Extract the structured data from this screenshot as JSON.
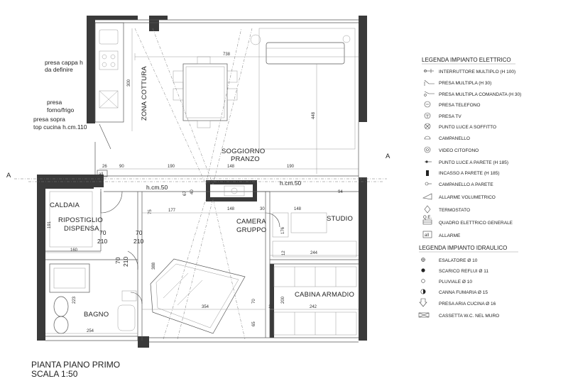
{
  "rooms": {
    "zona_cottura": "ZONA COTTURA",
    "soggiorno": "SOGGIORNO",
    "pranzo": "PRANZO",
    "caldaia": "CALDAIA",
    "ripostiglio": "RIPOSTIGLIO",
    "dispensa": "DISPENSA",
    "camera": "CAMERA",
    "gruppo": "GRUPPO",
    "studio": "STUDIO",
    "cabina": "CABINA ARMADIO",
    "bagno": "BAGNO"
  },
  "notes": {
    "cappa_1": "presa cappa h",
    "cappa_2": "da definire",
    "forno_1": "presa",
    "forno_2": "forno/frigo",
    "top_1": "presa sopra",
    "top_2": "top cucina h.cm.110",
    "hcm50_a": "h.cm.50",
    "hcm50_b": "h.cm.50"
  },
  "section_marks": {
    "left": "A",
    "right": "A"
  },
  "dimensions": {
    "d738": "738",
    "d300": "300",
    "d448": "448",
    "d26": "26",
    "d90": "90",
    "d190a": "190",
    "d148a": "148",
    "d190b": "190",
    "d94": "94",
    "d67": "67",
    "d40": "40",
    "d75": "75",
    "d177": "177",
    "d148b": "148",
    "d30": "30",
    "d148c": "148",
    "d176": "176",
    "d12a": "12",
    "d244": "244",
    "d191": "191",
    "d160": "160",
    "d70a": "70",
    "d210a": "210",
    "d70b": "70",
    "d210b": "210",
    "d70c": "70",
    "d210c": "210",
    "d388": "388",
    "d223": "223",
    "d254": "254",
    "d354": "354",
    "d70d": "70",
    "d65": "65",
    "d200": "200",
    "d12b": "12",
    "d242": "242"
  },
  "title": {
    "line1": "PIANTA PIANO PRIMO",
    "line2": "SCALA 1:50"
  },
  "legend_electric": {
    "heading": "LEGENDA IMPIANTO ELETTRICO",
    "items": [
      {
        "label": "INTERRUTTORE MULTIPLO (H 100)",
        "icon": "switch-icon"
      },
      {
        "label": "PRESA MULTIPLA (H 30)",
        "icon": "socket-icon"
      },
      {
        "label": "PRESA MULTIPLA COMANDATA (H 30)",
        "icon": "switched-socket-icon"
      },
      {
        "label": "PRESA TELEFONO",
        "icon": "phone-socket-icon"
      },
      {
        "label": "PRESA TV",
        "icon": "tv-socket-icon"
      },
      {
        "label": "PUNTO LUCE A SOFFITTO",
        "icon": "ceiling-light-icon"
      },
      {
        "label": "CAMPANELLO",
        "icon": "bell-icon"
      },
      {
        "label": "VIDEO CITOFONO",
        "icon": "video-intercom-icon"
      },
      {
        "label": "PUNTO LUCE A PARETE (H 185)",
        "icon": "wall-light-icon"
      },
      {
        "label": "INCASSO A PARETE (H 185)",
        "icon": "recessed-light-icon"
      },
      {
        "label": "CAMPANELLO A PARETE",
        "icon": "wall-bell-icon"
      },
      {
        "label": "ALLARME VOLUMETRICO",
        "icon": "motion-alarm-icon"
      },
      {
        "label": "TERMOSTATO",
        "icon": "thermostat-icon"
      },
      {
        "label": "QUADRO ELETTRICO GENERALE",
        "icon": "electrical-panel-icon",
        "tag": "Q.E."
      },
      {
        "label": "ALLARME",
        "icon": "alarm-icon",
        "tag": "all"
      }
    ]
  },
  "legend_hydraulic": {
    "heading": "LEGENDA IMPIANTO IDRAULICO",
    "items": [
      {
        "label": "ESALATORE Ø 10",
        "icon": "exhaust-icon"
      },
      {
        "label": "SCARICO REFLUI Ø 11",
        "icon": "drain-icon"
      },
      {
        "label": "PLUVIALE Ø 10",
        "icon": "downpipe-icon"
      },
      {
        "label": "CANNA FUMARIA Ø 15",
        "icon": "flue-icon"
      },
      {
        "label": "PRESA ARIA CUCINA Ø 16",
        "icon": "air-intake-icon"
      },
      {
        "label": "CASSETTA W.C. NEL MURO",
        "icon": "wc-cistern-icon"
      }
    ]
  }
}
